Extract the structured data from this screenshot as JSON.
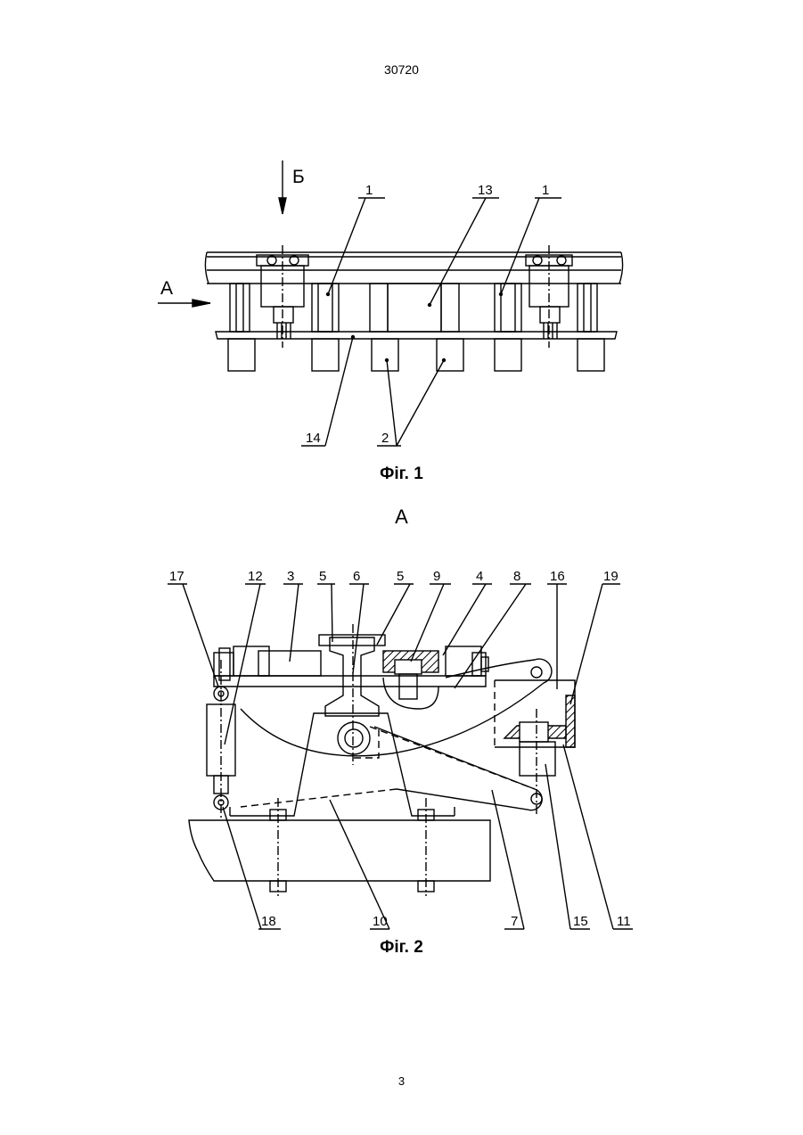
{
  "header": {
    "patent_number": "30720"
  },
  "figure1": {
    "caption": "Фіг. 1",
    "view_arrow_a": "А",
    "view_arrow_b": "Б",
    "labels": {
      "l1a": "1",
      "l13": "13",
      "l1b": "1",
      "l14": "14",
      "l2": "2"
    }
  },
  "figure2": {
    "view_title": "А",
    "caption": "Фіг. 2",
    "labels": {
      "l17": "17",
      "l12": "12",
      "l3": "3",
      "l5a": "5",
      "l6": "6",
      "l5b": "5",
      "l9": "9",
      "l4": "4",
      "l8": "8",
      "l16": "16",
      "l19": "19",
      "l18": "18",
      "l10": "10",
      "l7": "7",
      "l15": "15",
      "l11": "11"
    }
  },
  "footer": {
    "page_number": "3"
  }
}
